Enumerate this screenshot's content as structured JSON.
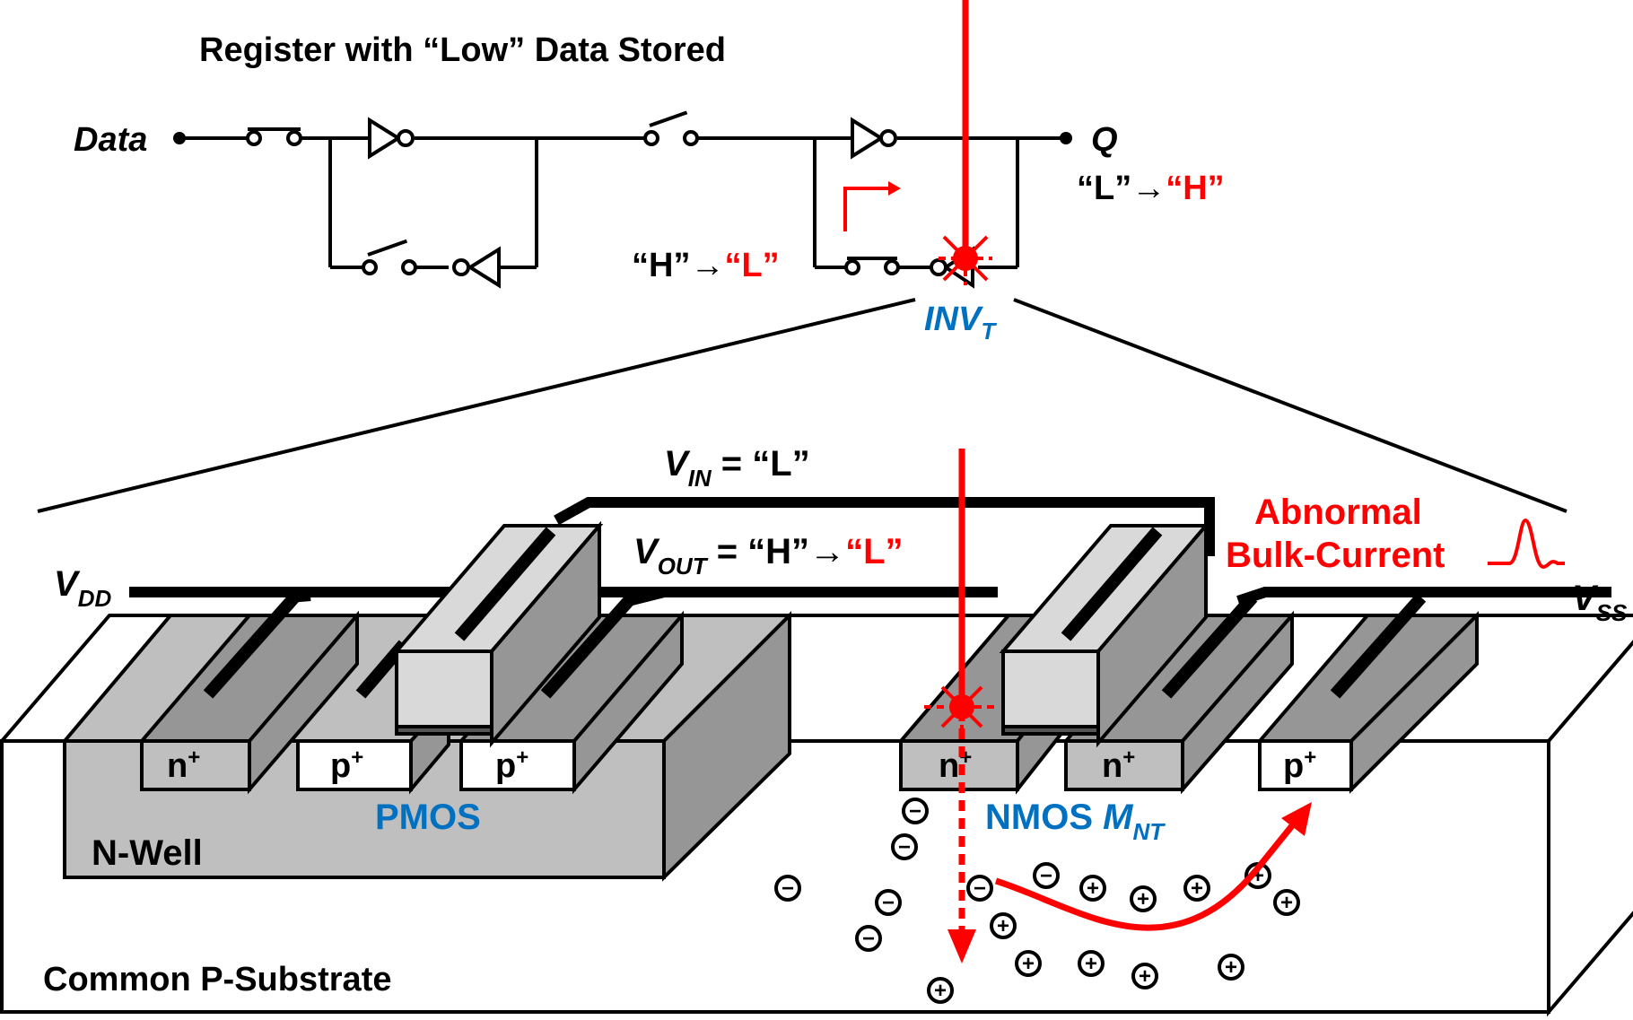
{
  "title": "Register with “Low” Data Stored",
  "schematic": {
    "data_label": "Data",
    "q_label": "Q",
    "q_transition_from": "“L”",
    "q_transition_arrow": "→",
    "q_transition_to": "“H”",
    "node_transition_from": "“H”",
    "node_transition_arrow": "→",
    "node_transition_to": "“L”",
    "inv_label": "INV",
    "inv_sub": "T"
  },
  "cross_section": {
    "vin_main": "V",
    "vin_sub": "IN",
    "vin_value": " = “L”",
    "vout_main": "V",
    "vout_sub": "OUT",
    "vout_value_from": " = “H”",
    "vout_arrow": "→",
    "vout_value_to": "“L”",
    "vdd_main": "V",
    "vdd_sub": "DD",
    "vss_main": "V",
    "vss_sub": "SS",
    "abnormal_line1": "Abnormal",
    "abnormal_line2": "Bulk-Current",
    "diffusions": [
      "n",
      "p",
      "p",
      "n",
      "n",
      "p"
    ],
    "diffusion_sup": "+",
    "pmos_label": "PMOS",
    "nmos_label": "NMOS ",
    "nmos_m": "M",
    "nmos_sub": "NT",
    "nwell_label": "N-Well",
    "substrate_label": "Common P-Substrate",
    "electron_symbol": "−",
    "hole_symbol": "+"
  },
  "colors": {
    "accent_red": "#ff0000",
    "label_blue": "#0070c0",
    "nwell_gray": "#bfbfbf",
    "block_dark": "#969696",
    "gate_light": "#d9d9d9"
  }
}
